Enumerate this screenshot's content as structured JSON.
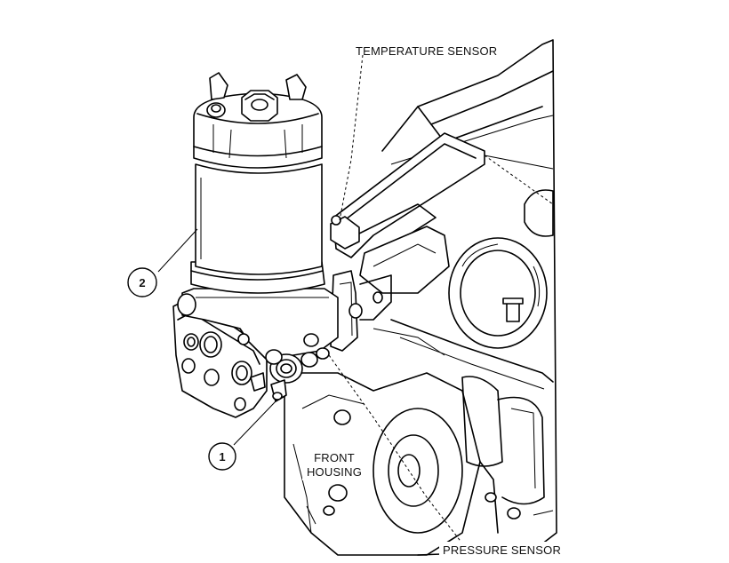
{
  "labels": {
    "temperature_sensor": "TEMPERATURE SENSOR",
    "front_housing_line1": "FRONT",
    "front_housing_line2": "HOUSING",
    "pressure_sensor": "PRESSURE SENSOR"
  },
  "callouts": {
    "item_1": "1",
    "item_2": "2"
  }
}
